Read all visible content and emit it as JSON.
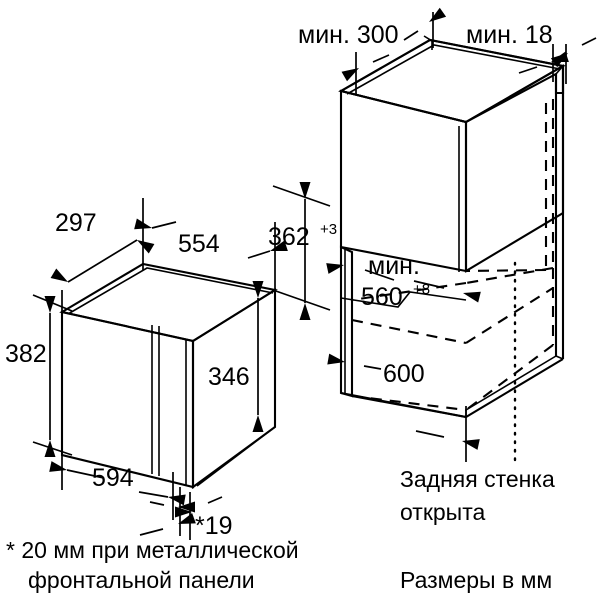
{
  "drawing": {
    "title_domain": "appliance-installation-dimension-drawing",
    "units_note": "Размеры в мм",
    "background_color": "#ffffff",
    "line_color": "#000000"
  },
  "left_view": {
    "caption": "appliance-isometric",
    "dimensions": {
      "depth_top": "297",
      "width_top": "554",
      "height_left": "382",
      "height_right": "346",
      "width_bottom": "594",
      "front_panel_thickness": "*19"
    }
  },
  "right_view": {
    "caption": "cabinet-niche-isometric",
    "dimensions": {
      "top_clearance": "мин. 300",
      "side_clearance": "мин. 18",
      "niche_height": "362",
      "niche_height_tol": "+3",
      "niche_width_label": "мин.",
      "niche_width": "560",
      "niche_width_tol": "+8",
      "cabinet_width": "600"
    },
    "annotation": {
      "line1": "Задняя стенка",
      "line2": "открыта"
    }
  },
  "footnotes": {
    "asterisk_note_line1": "* 20 мм при металлической",
    "asterisk_note_line2": "фронтальной панели",
    "units": "Размеры в мм"
  }
}
